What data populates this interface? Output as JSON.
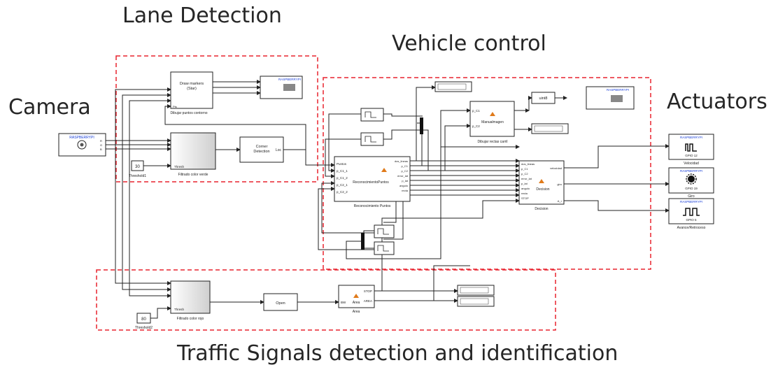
{
  "labels": {
    "lane_detection": "Lane Detection",
    "vehicle_control": "Vehicle control",
    "camera": "Camera",
    "actuators": "Actuators",
    "traffic": "Traffic Signals detection and identification"
  },
  "blocks": {
    "raspberry": "RASPBERRYPI",
    "draw_markers": "Draw markers",
    "draw_markers_sub": "(Star)",
    "dibujar_puntos": "Dibujar puntos contorno",
    "filtrado_verde": "Filtrado color verde",
    "threshold1": "Threshold1",
    "thresh": "Thresh",
    "corner1": "Corner",
    "corner2": "Detection",
    "loc": "Loc",
    "const_30": "30",
    "reconocimiento": "ReconocimientoPuntos",
    "reconocimiento_puntos": "Reconocimiento Puntos",
    "manual_imagen": "Manualmagen",
    "dibujar_rectas": "Dibujar rectas carril",
    "uint8": "uint8",
    "decision": "Decision",
    "gpio12": "GPIO 12",
    "velocidad": "Velocidad",
    "gpio19": "GPIO 19",
    "giro": "Giro",
    "gpio5": "GPIO 5",
    "avance": "Avance/Retroceso",
    "filtrado_rojo": "Filtrado color rojo",
    "threshold2": "Threshold2",
    "const_80": "80",
    "open": "Open",
    "area": "Area",
    "bw": "BW",
    "stop": "STOP",
    "area_port": "AREA",
    "ports": {
      "puntos": "Puntos",
      "p_c1_1": "p_C1_1",
      "p_c1_2": "p_C1_2",
      "p_c2_1": "p_C2_1",
      "p_c2_2": "p_C2_2",
      "dos_lineas": "dos_lineas",
      "p_c1": "p_C1",
      "p_c2": "p_C2",
      "error_lat": "error_lat",
      "p_lat": "p_lat",
      "angulo": "angulo",
      "recta": "recta",
      "stop": "STOP",
      "velocidad": "velocidad",
      "giro": "giro",
      "a_r": "A_r",
      "r": "R",
      "g": "G",
      "b": "B",
      "pts": "Pts"
    }
  },
  "colors": {
    "dash_red": "#e8232f",
    "line": "#222222",
    "rasp_blue": "#1a3fd6"
  }
}
